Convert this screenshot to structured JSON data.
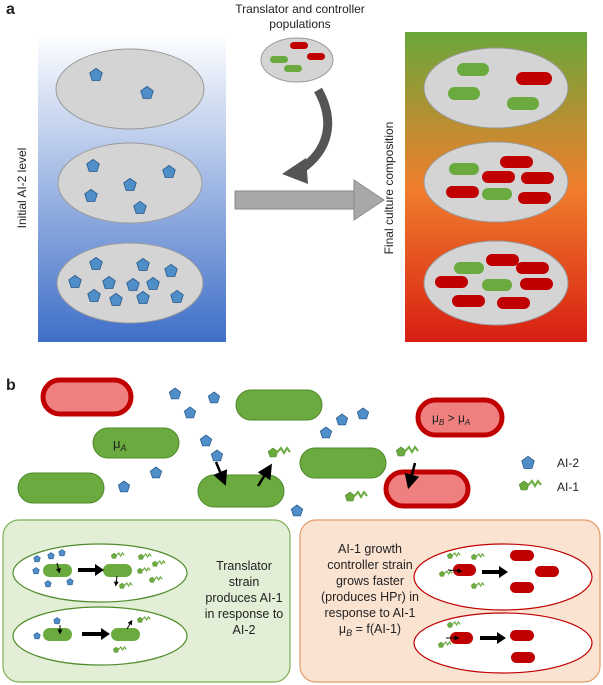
{
  "panel_a": {
    "label": "a",
    "top_caption_line1": "Translator and controller",
    "top_caption_line2": "populations",
    "left_axis_label": "Initial AI-2 level",
    "right_axis_label": "Final culture composition"
  },
  "panel_b": {
    "label": "b",
    "mu_a": "μ",
    "mu_a_sub": "A",
    "mu_b": "μ",
    "mu_b_sub1": "B",
    "mu_b_gt": " > μ",
    "mu_b_sub2": "A",
    "legend_ai2": "AI-2",
    "legend_ai1": "AI-1",
    "translator_box": {
      "line1": "Translator",
      "line2": "strain",
      "line3": "produces AI-1",
      "line4": "in response to",
      "line5": "AI-2"
    },
    "controller_box": {
      "line1": "AI-1 growth",
      "line2": "controller strain",
      "line3": "grows faster",
      "line4": "(produces HPr) in",
      "line5": "response to AI-1",
      "line6_pre": "μ",
      "line6_sub": "B",
      "line6_post": " = f(AI-1)"
    }
  },
  "colors": {
    "green_cell": "#6aaa3e",
    "green_edge": "#4f8a2c",
    "red_cell": "#c00000",
    "pink_cell": "#f08080",
    "ai2_blue": "#4f8ec8",
    "ellipse_gray": "#d4d4d4",
    "translator_bg": "#e2efd6",
    "controller_bg": "#fbe3d2"
  }
}
